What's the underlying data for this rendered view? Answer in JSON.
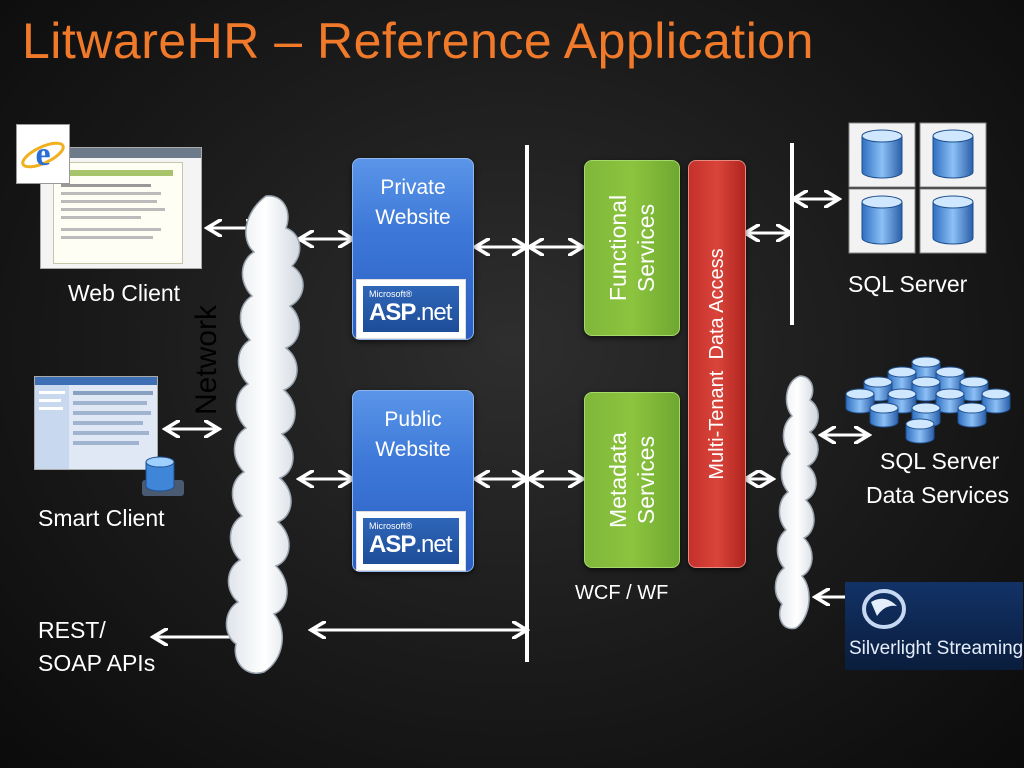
{
  "title": "LitwareHR – Reference Application",
  "clients": {
    "web_client": "Web Client",
    "smart_client": "Smart Client",
    "apis_line1": "REST/",
    "apis_line2": "SOAP APIs"
  },
  "network_label": "Network",
  "websites": {
    "private_line1": "Private",
    "private_line2": "Website",
    "public_line1": "Public",
    "public_line2": "Website",
    "asp_small": "Microsoft®",
    "asp_logo_main": "ASP",
    "asp_logo_suffix": ".net"
  },
  "services": {
    "functional_line1": "Functional",
    "functional_line2": "Services",
    "metadata_line1": "Metadata",
    "metadata_line2": "Services",
    "wcf_label": "WCF / WF"
  },
  "data_access": "Multi-Tenant  Data Access",
  "backends": {
    "sql_server": "SQL Server",
    "ssds_line1": "SQL Server",
    "ssds_line2": "Data Services",
    "silverlight": "Silverlight Streaming"
  },
  "colors": {
    "title": "#f07a2a",
    "website_blue": "#3d78d8",
    "service_green": "#8cc43f",
    "data_access_red": "#d9453a"
  }
}
